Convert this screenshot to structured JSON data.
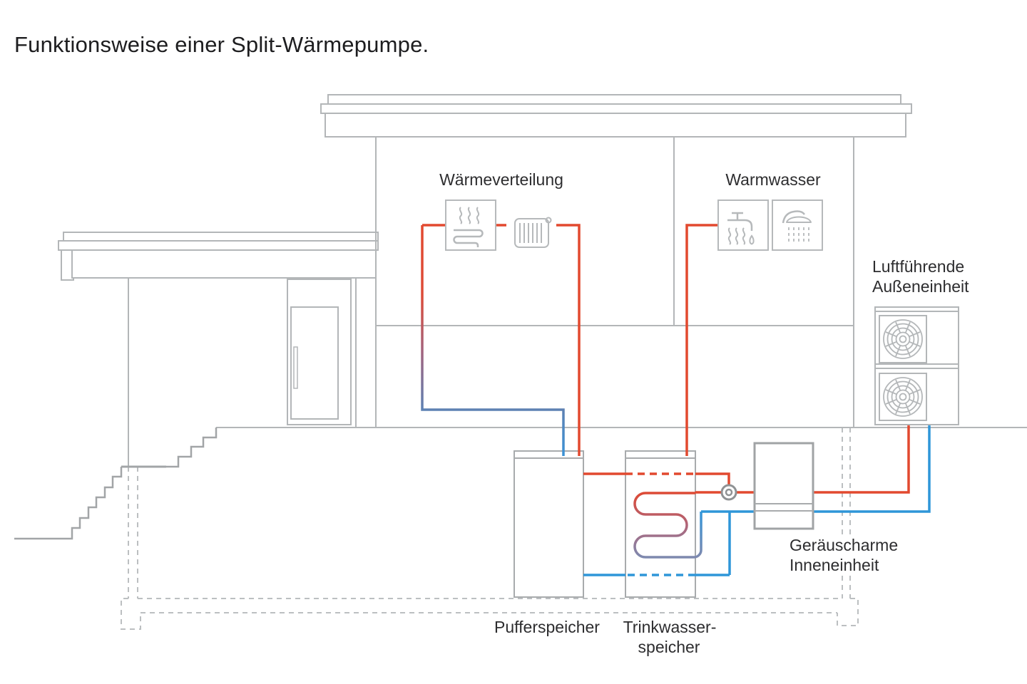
{
  "title": "Funktionsweise einer Split-Wärmepumpe.",
  "labels": {
    "heat_distribution": "Wärmeverteilung",
    "hot_water": "Warmwasser",
    "outdoor_unit_line1": "Luftführende",
    "outdoor_unit_line2": "Außeneinheit",
    "indoor_unit_line1": "Geräuscharme",
    "indoor_unit_line2": "Inneneinheit",
    "buffer_tank": "Pufferspeicher",
    "dhw_tank_line1": "Trinkwasser-",
    "dhw_tank_line2": "speicher"
  },
  "icons": {
    "heat_distribution": [
      "underfloor-heating-icon",
      "radiator-icon"
    ],
    "hot_water": [
      "tap-icon",
      "shower-icon"
    ],
    "outdoor_unit": [
      "fan-icon",
      "fan-icon"
    ],
    "hydraulics": [
      "pump-icon",
      "heat-exchanger-coil"
    ]
  },
  "colors": {
    "supply_pipe_red": "#E2492F",
    "return_pipe_blue": "#2F96D8",
    "return_gradient_mid": "#5D81B3",
    "outline_gray": "#B3B6B8",
    "text": "#2D2D2F",
    "background": "#FFFFFF"
  },
  "components": {
    "buffer_tank": "Pufferspeicher",
    "dhw_tank": "Trinkwasserspeicher",
    "indoor_unit": "Geräuscharme Inneneinheit",
    "outdoor_unit": "Luftführende Außeneinheit",
    "rooms": [
      "Wärmeverteilung",
      "Warmwasser"
    ]
  }
}
